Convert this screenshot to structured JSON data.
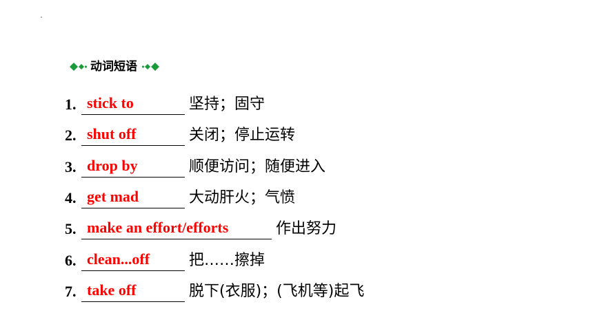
{
  "header": {
    "title": "动词短语",
    "decoration_color": "#1a9a3a"
  },
  "answer_color": "#ff0000",
  "items": [
    {
      "number": "1.",
      "answer": "stick to",
      "meaning": "坚持；固守"
    },
    {
      "number": "2.",
      "answer": "shut off",
      "meaning": "关闭；停止运转"
    },
    {
      "number": "3.",
      "answer": "drop by",
      "meaning": "顺便访问；随便进入"
    },
    {
      "number": "4.",
      "answer": "get mad",
      "meaning": "大动肝火；气愤"
    },
    {
      "number": "5.",
      "answer": "make an effort/efforts",
      "meaning": "作出努力"
    },
    {
      "number": "6.",
      "answer": "clean...off",
      "meaning": "把……擦掉"
    },
    {
      "number": "7.",
      "answer": "take off",
      "meaning": "脱下(衣服)；(飞机等)起飞"
    }
  ]
}
